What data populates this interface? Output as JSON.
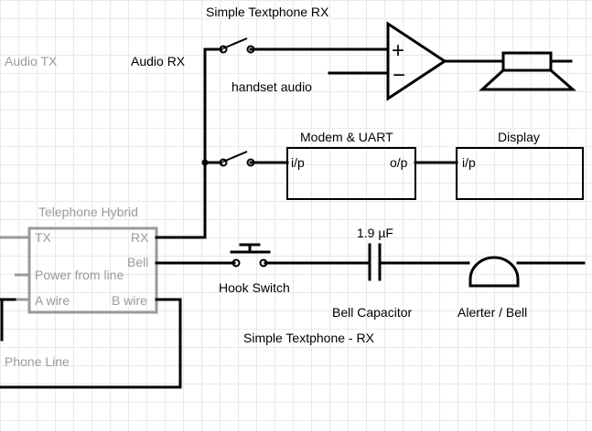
{
  "title": "Simple Textphone RX",
  "caption": "Simple Textphone - RX",
  "labels": {
    "audio_tx": "Audio TX",
    "audio_rx": "Audio RX",
    "handset_audio": "handset audio",
    "phone_line": "Phone Line",
    "hook_switch": "Hook Switch",
    "bell_capacitor": "Bell Capacitor",
    "capacitor_value": "1.9 µF",
    "alerter": "Alerter / Bell"
  },
  "amplifier": {
    "plus": "+",
    "minus": "−"
  },
  "modem": {
    "title": "Modem & UART",
    "input": "i/p",
    "output": "o/p"
  },
  "display": {
    "title": "Display",
    "input": "i/p"
  },
  "hybrid": {
    "title": "Telephone Hybrid",
    "tx": "TX",
    "rx": "RX",
    "bell": "Bell",
    "power": "Power from line",
    "a_wire": "A wire",
    "b_wire": "B wire"
  }
}
